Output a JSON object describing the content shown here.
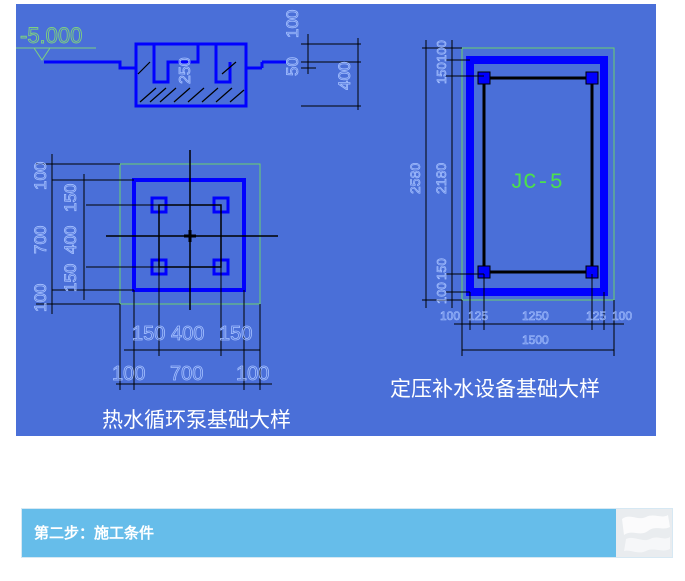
{
  "drawing": {
    "background": "#4a6fd8",
    "elevation": "-5.000",
    "top_section": {
      "d250": "250",
      "d100": "100",
      "d50": "50",
      "d400": "400"
    },
    "pump_base": {
      "title": "热水循环泵基础大样",
      "left_dims": [
        "100",
        "150",
        "400",
        "150",
        "100"
      ],
      "left_total": "700",
      "bottom_dims": [
        "150",
        "400",
        "150"
      ],
      "bottom_dims2": [
        "100",
        "700",
        "100"
      ]
    },
    "equipment_base": {
      "title": "定压补水设备基础大样",
      "label": "JC-5",
      "left_dims": [
        "100",
        "150",
        "2180",
        "150",
        "100"
      ],
      "left_total": "2580",
      "bottom_dims": [
        "100",
        "125",
        "1250",
        "125",
        "100"
      ],
      "bottom_total": "1500"
    }
  },
  "step": {
    "title": "第二步：施工条件"
  }
}
